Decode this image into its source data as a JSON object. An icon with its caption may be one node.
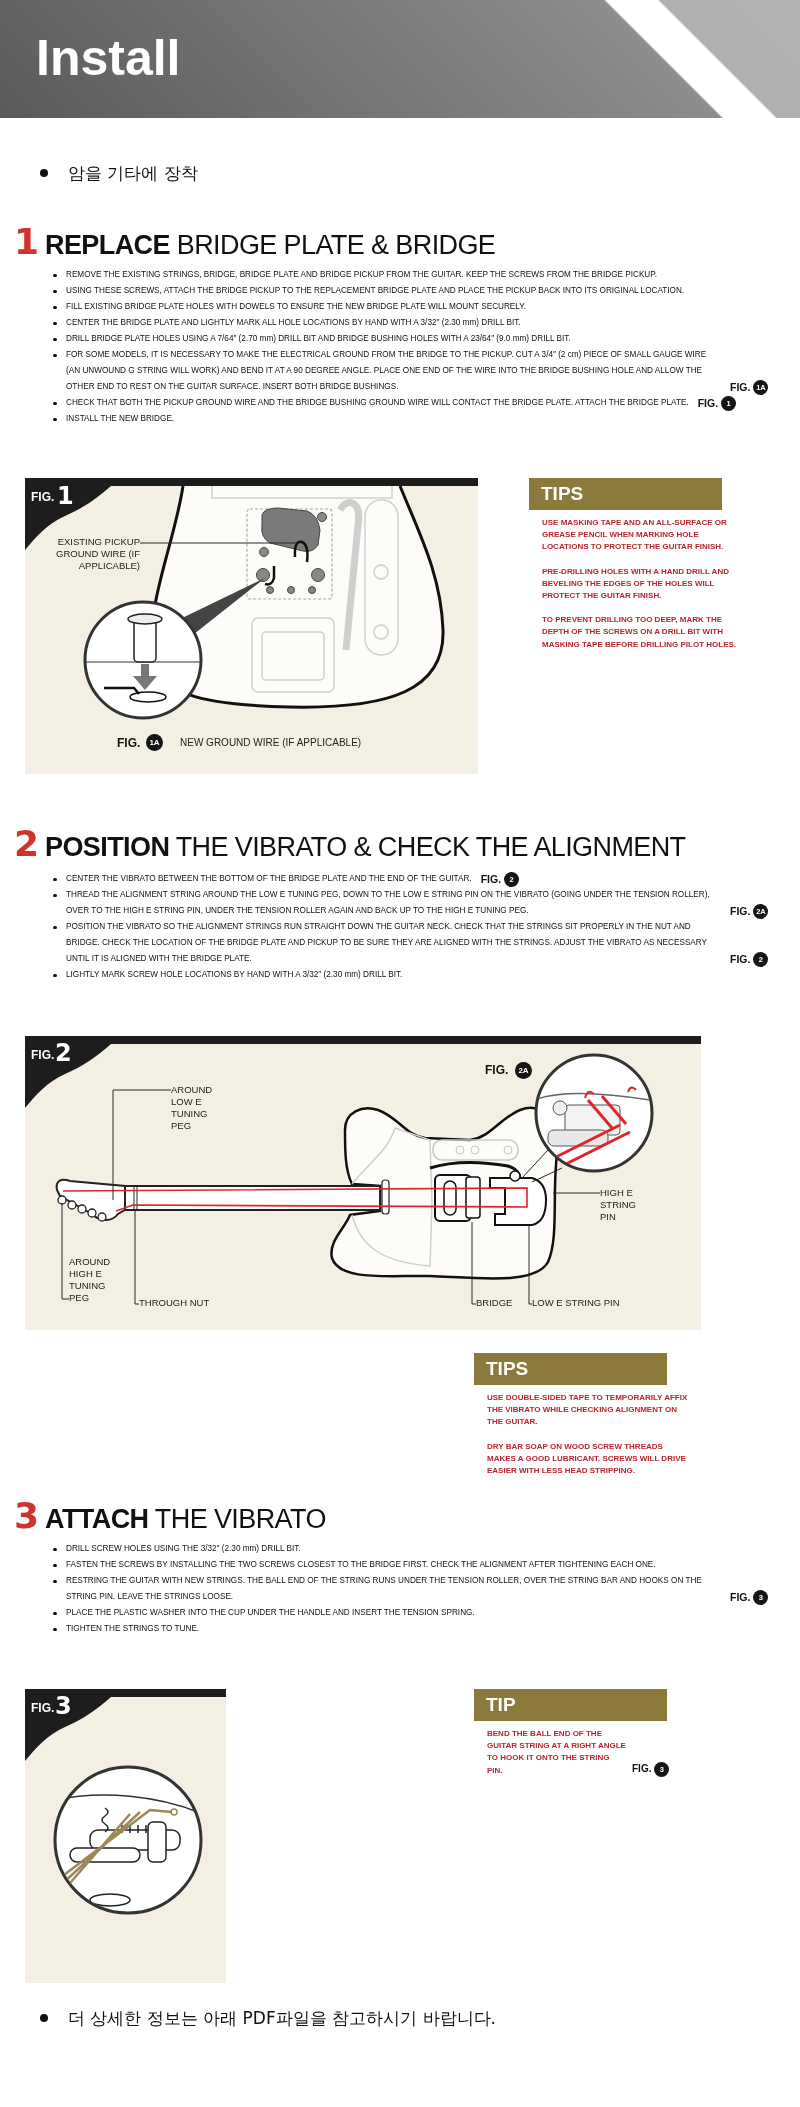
{
  "diagram": {
    "nodes": [
      {
        "text": [
          "Install"
        ]
      },
      {
        "text": [
          "FIG.",
          "1",
          "FIG.",
          "1A",
          "NEW GROUND WIRE (IF APPLICABLE)"
        ]
      },
      {
        "text": [
          "EXISTING PICKUP GROUND WIRE (IF APPLICABLE)"
        ],
        "in": 1
      },
      {
        "text": [
          "TIPS"
        ],
        "beside": [
          "USE MASKING TAPE AND AN ALL-SURFACE OR GREASE PENCIL WHEN MARKING HOLE LOCATIONS TO PROTECT THE GUITAR FINISH.",
          "PRE-DRILLING HOLES WITH A HAND DRILL AND BEVELING THE EDGES OF THE HOLES WILL PROTECT THE GUITAR FINISH.",
          "TO PREVENT DRILLING TOO DEEP, MARK THE DEPTH OF THE SCREWS ON A DRILL BIT WITH MASKING TAPE BEFORE DRILLING PILOT HOLES."
        ]
      },
      {
        "text": [
          "FIG.",
          "2",
          "FIG.",
          "2A"
        ]
      },
      {
        "text": [
          "AROUND LOW E TUNING PEG"
        ],
        "in": 4
      },
      {
        "text": [
          "AROUND HIGH E TUNING PEG"
        ],
        "in": 4
      },
      {
        "text": [
          "THROUGH NUT"
        ],
        "in": 4
      },
      {
        "text": [
          "HIGH E STRING PIN"
        ],
        "in": 4
      },
      {
        "text": [
          "BRIDGE"
        ],
        "in": 4
      },
      {
        "text": [
          "LOW E STRING PIN"
        ],
        "in": 4
      },
      {
        "text": [
          "TIPS"
        ],
        "beside": [
          "USE DOUBLE-SIDED TAPE TO TEMPORARILY AFFIX THE VIBRATO WHILE CHECKING ALIGNMENT ON THE GUITAR.",
          "DRY BAR SOAP ON WOOD SCREW THREADS MAKES A GOOD LUBRICANT. SCREWS WILL DRIVE EASIER WITH LESS HEAD STRIPPING."
        ]
      },
      {
        "text": [
          "FIG.",
          "3"
        ]
      },
      {
        "text": [
          "TIP"
        ],
        "beside": [
          "BEND THE BALL END OF THE GUITAR STRING AT A RIGHT ANGLE TO HOOK IT ONTO THE STRING PIN.",
          "FIG.",
          "3"
        ]
      }
    ],
    "edges": [
      {
        "from": 2,
        "to": null,
        "arrow": "none"
      },
      {
        "from": 5,
        "to": null,
        "arrow": "none"
      },
      {
        "from": 6,
        "to": null,
        "arrow": "none"
      },
      {
        "from": 7,
        "to": null,
        "arrow": "none"
      },
      {
        "from": 8,
        "to": null,
        "arrow": "none"
      },
      {
        "from": 9,
        "to": null,
        "arrow": "none"
      },
      {
        "from": 10,
        "to": null,
        "arrow": "none"
      }
    ],
    "labels": [
      "암을 기타에 장착",
      "1",
      "**REPLACE** BRIDGE PLATE & BRIDGE",
      "REMOVE THE EXISTING STRINGS, BRIDGE, BRIDGE PLATE AND BRIDGE PICKUP FROM THE GUITAR. KEEP THE SCREWS FROM THE BRIDGE PICKUP.",
      "USING THESE SCREWS, ATTACH THE BRIDGE PICKUP TO THE REPLACEMENT BRIDGE PLATE AND PLACE THE PICKUP BACK INTO ITS ORIGINAL LOCATION.",
      "FILL EXISTING BRIDGE PLATE HOLES WITH DOWELS TO ENSURE THE NEW BRIDGE PLATE WILL MOUNT SECURELY.",
      "CENTER THE BRIDGE PLATE AND LIGHTLY MARK ALL HOLE LOCATIONS BY HAND WITH A 3/32″ (2.30 mm) DRILL BIT.",
      "DRILL BRIDGE PLATE HOLES USING A 7/64″ (2.70 mm) DRILL BIT AND BRIDGE BUSHING HOLES WITH A 23/64″ (9.0 mm) DRILL BIT.",
      "FOR SOME MODELS, IT IS NECESSARY TO MAKE THE ELECTRICAL GROUND FROM THE BRIDGE TO THE PICKUP. CUT A 3/4″ (2 cm) PIECE OF SMALL GAUGE WIRE (AN UNWOUND G STRING WILL WORK) AND BEND IT AT A 90 DEGREE ANGLE. PLACE ONE END OF THE WIRE INTO THE BRIDGE BUSHING HOLE AND ALLOW THE OTHER END TO REST ON THE GUITAR SURFACE. INSERT BOTH BRIDGE BUSHINGS.",
      "FIG.",
      "1A",
      "CHECK THAT BOTH THE PICKUP GROUND WIRE AND THE BRIDGE BUSHING GROUND WIRE WILL CONTACT THE BRIDGE PLATE. ATTACH THE BRIDGE PLATE.",
      "FIG.",
      "1",
      "INSTALL THE NEW BRIDGE.",
      "2",
      "**POSITION** THE VIBRATO & CHECK THE ALIGNMENT",
      "CENTER THE VIBRATO BETWEEN THE BOTTOM OF THE BRIDGE PLATE AND THE END OF THE GUITAR.",
      "FIG.",
      "2",
      "THREAD THE ALIGNMENT STRING AROUND THE LOW E TUNING PEG, DOWN TO THE LOW E STRING PIN ON THE VIBRATO (GOING UNDER THE TENSION ROLLER), OVER TO THE HIGH E STRING PIN, UNDER THE TENSION ROLLER AGAIN AND BACK UP TO THE HIGH E TUNING PEG.",
      "FIG.",
      "2A",
      "POSITION THE VIBRATO SO THE ALIGNMENT STRINGS RUN STRAIGHT DOWN THE GUITAR NECK. CHECK THAT THE STRINGS SIT PROPERLY IN THE NUT AND BRIDGE. CHECK THE LOCATION OF THE BRIDGE PLATE AND PICKUP TO BE SURE THEY ARE ALIGNED WITH THE STRINGS. ADJUST THE VIBRATO AS NECESSARY UNTIL IT IS ALIGNED WITH THE BRIDGE PLATE.",
      "FIG.",
      "2",
      "LIGHTLY MARK SCREW HOLE LOCATIONS BY HAND WITH A 3/32″ (2.30 mm) DRILL BIT.",
      "3",
      "**ATTACH** THE VIBRATO",
      "DRILL SCREW HOLES USING THE 3/32″ (2.30 mm) DRILL BIT.",
      "FASTEN THE SCREWS BY INSTALLING THE TWO SCREWS CLOSEST TO THE BRIDGE FIRST. CHECK THE ALIGNMENT AFTER TIGHTENING EACH ONE.",
      "RESTRING THE GUITAR WITH NEW STRINGS. THE BALL END OF THE STRING RUNS UNDER THE TENSION ROLLER, OVER THE STRING BAR AND HOOKS ON THE STRING PIN. LEAVE THE STRINGS LOOSE.",
      "FIG.",
      "3",
      "PLACE THE PLASTIC WASHER INTO THE CUP UNDER THE HANDLE AND INSERT THE TENSION SPRING.",
      "TIGHTEN THE STRINGS TO TUNE.",
      "더 상세한 정보는 아래 PDF파일을 참고하시기 바랍니다."
    ]
  }
}
